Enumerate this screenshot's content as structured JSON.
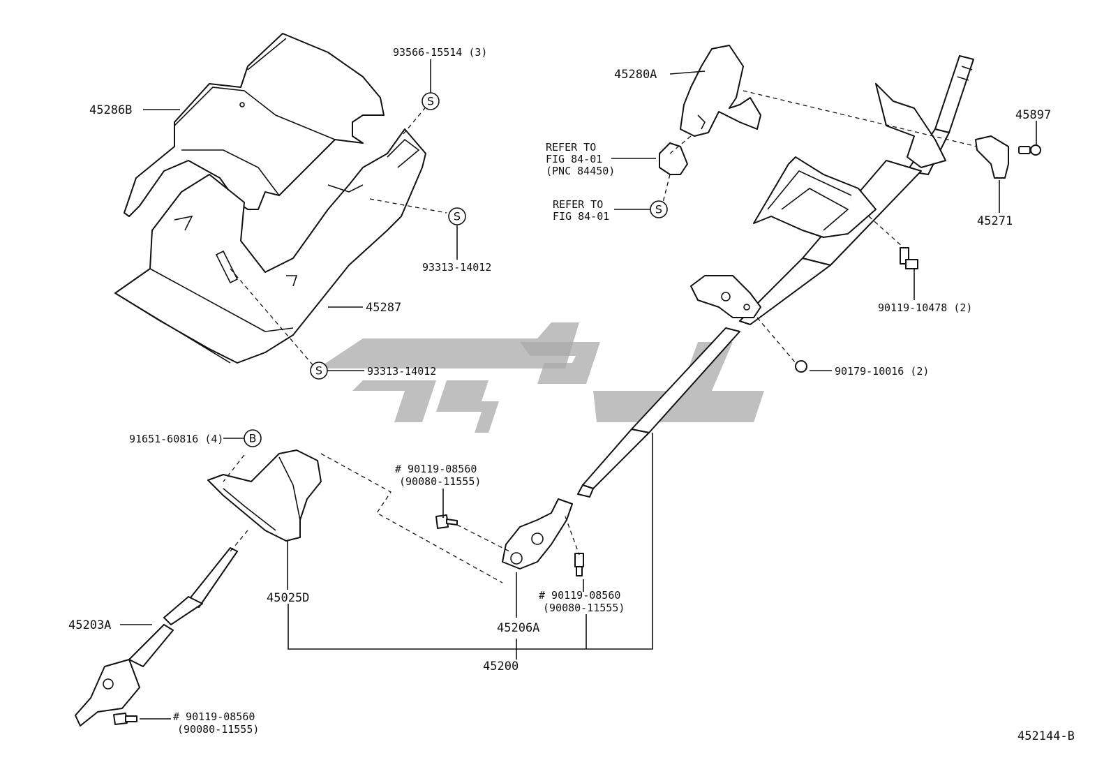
{
  "diagram": {
    "figure_code": "452144-B",
    "parts": {
      "p45286b": "45286B",
      "p45287": "45287",
      "p93566": "93566-15514 (3)",
      "p93313a": "93313-14012",
      "p93313b": "93313-14012",
      "p45280a": "45280A",
      "ref1_l1": "REFER TO",
      "ref1_l2": "FIG 84-01",
      "ref1_l3": "(PNC 84450)",
      "ref2_l1": "REFER TO",
      "ref2_l2": "FIG 84-01",
      "p45897": "45897",
      "p45271": "45271",
      "p90119_10478": "90119-10478 (2)",
      "p90179": "90179-10016 (2)",
      "p91651": "91651-60816 (4)",
      "p90119_a_l1": "# 90119-08560",
      "p90119_a_l2": "(90080-11555)",
      "p90119_b_l1": "# 90119-08560",
      "p90119_b_l2": "(90080-11555)",
      "p90119_c_l1": "# 90119-08560",
      "p90119_c_l2": "(90080-11555)",
      "p45025d": "45025D",
      "p45206a": "45206A",
      "p45203a": "45203A",
      "p45200": "45200"
    },
    "symbols": {
      "s": "S",
      "b": "B"
    }
  }
}
